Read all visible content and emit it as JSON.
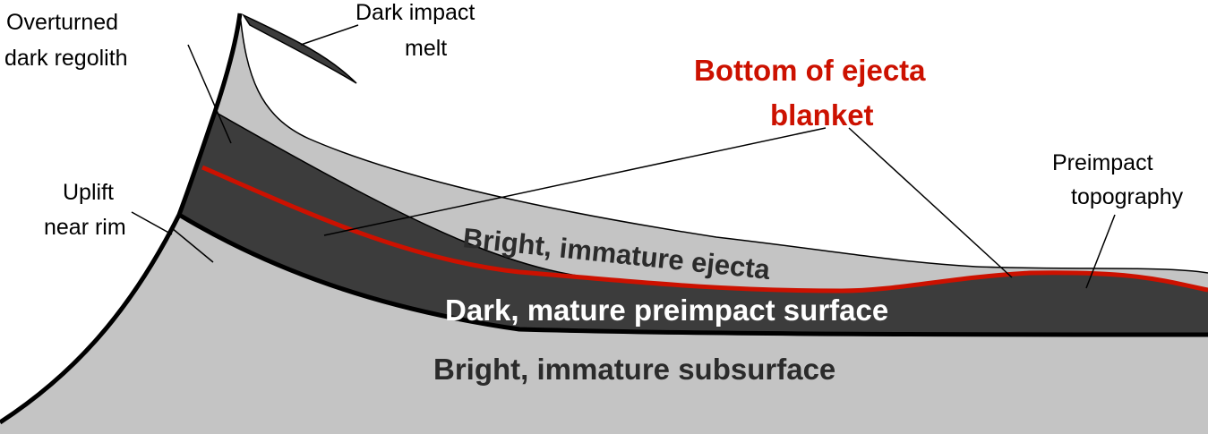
{
  "labels": {
    "overturned_line1": "Overturned",
    "overturned_line2": "dark regolith",
    "melt_line1": "Dark impact",
    "melt_line2": "melt",
    "bottom_line1": "Bottom of ejecta",
    "bottom_line2": "blanket",
    "preimpact_line1": "Preimpact",
    "preimpact_line2": "topography",
    "uplift_line1": "Uplift",
    "uplift_line2": "near rim",
    "bright_ejecta": "Bright, immature ejecta",
    "dark_surface": "Dark, mature preimpact surface",
    "bright_subsurface": "Bright, immature subsurface"
  },
  "colors": {
    "light_gray": "#c4c4c4",
    "dark_gray": "#3c3c3c",
    "red": "#cc1100",
    "outline": "#000000",
    "text_dark": "#2b2b2b",
    "text_white": "#ffffff"
  }
}
